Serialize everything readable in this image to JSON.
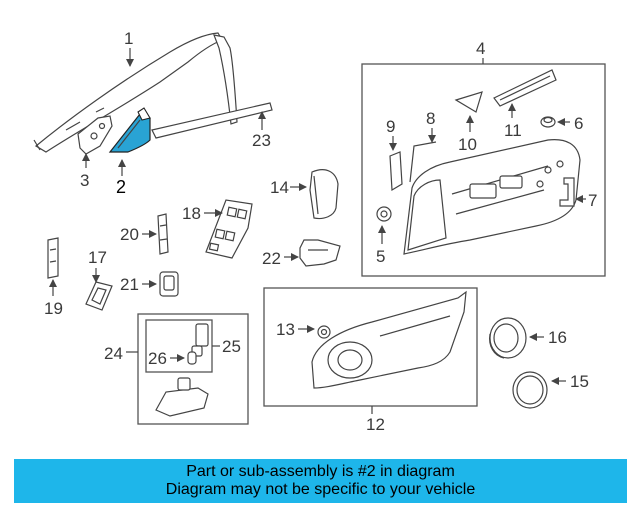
{
  "highlight_color": "#29a3d4",
  "banner": {
    "background": "#1eb6ea",
    "line1": "Part or sub-assembly is #2 in diagram",
    "line2": "Diagram may not be specific to your vehicle"
  },
  "callouts": {
    "c1": "1",
    "c2": "2",
    "c3": "3",
    "c4": "4",
    "c5": "5",
    "c6": "6",
    "c7": "7",
    "c8": "8",
    "c9": "9",
    "c10": "10",
    "c11": "11",
    "c12": "12",
    "c13": "13",
    "c14": "14",
    "c15": "15",
    "c16": "16",
    "c17": "17",
    "c18": "18",
    "c19": "19",
    "c20": "20",
    "c21": "21",
    "c22": "22",
    "c23": "23",
    "c24": "24",
    "c25": "25",
    "c26": "26"
  }
}
